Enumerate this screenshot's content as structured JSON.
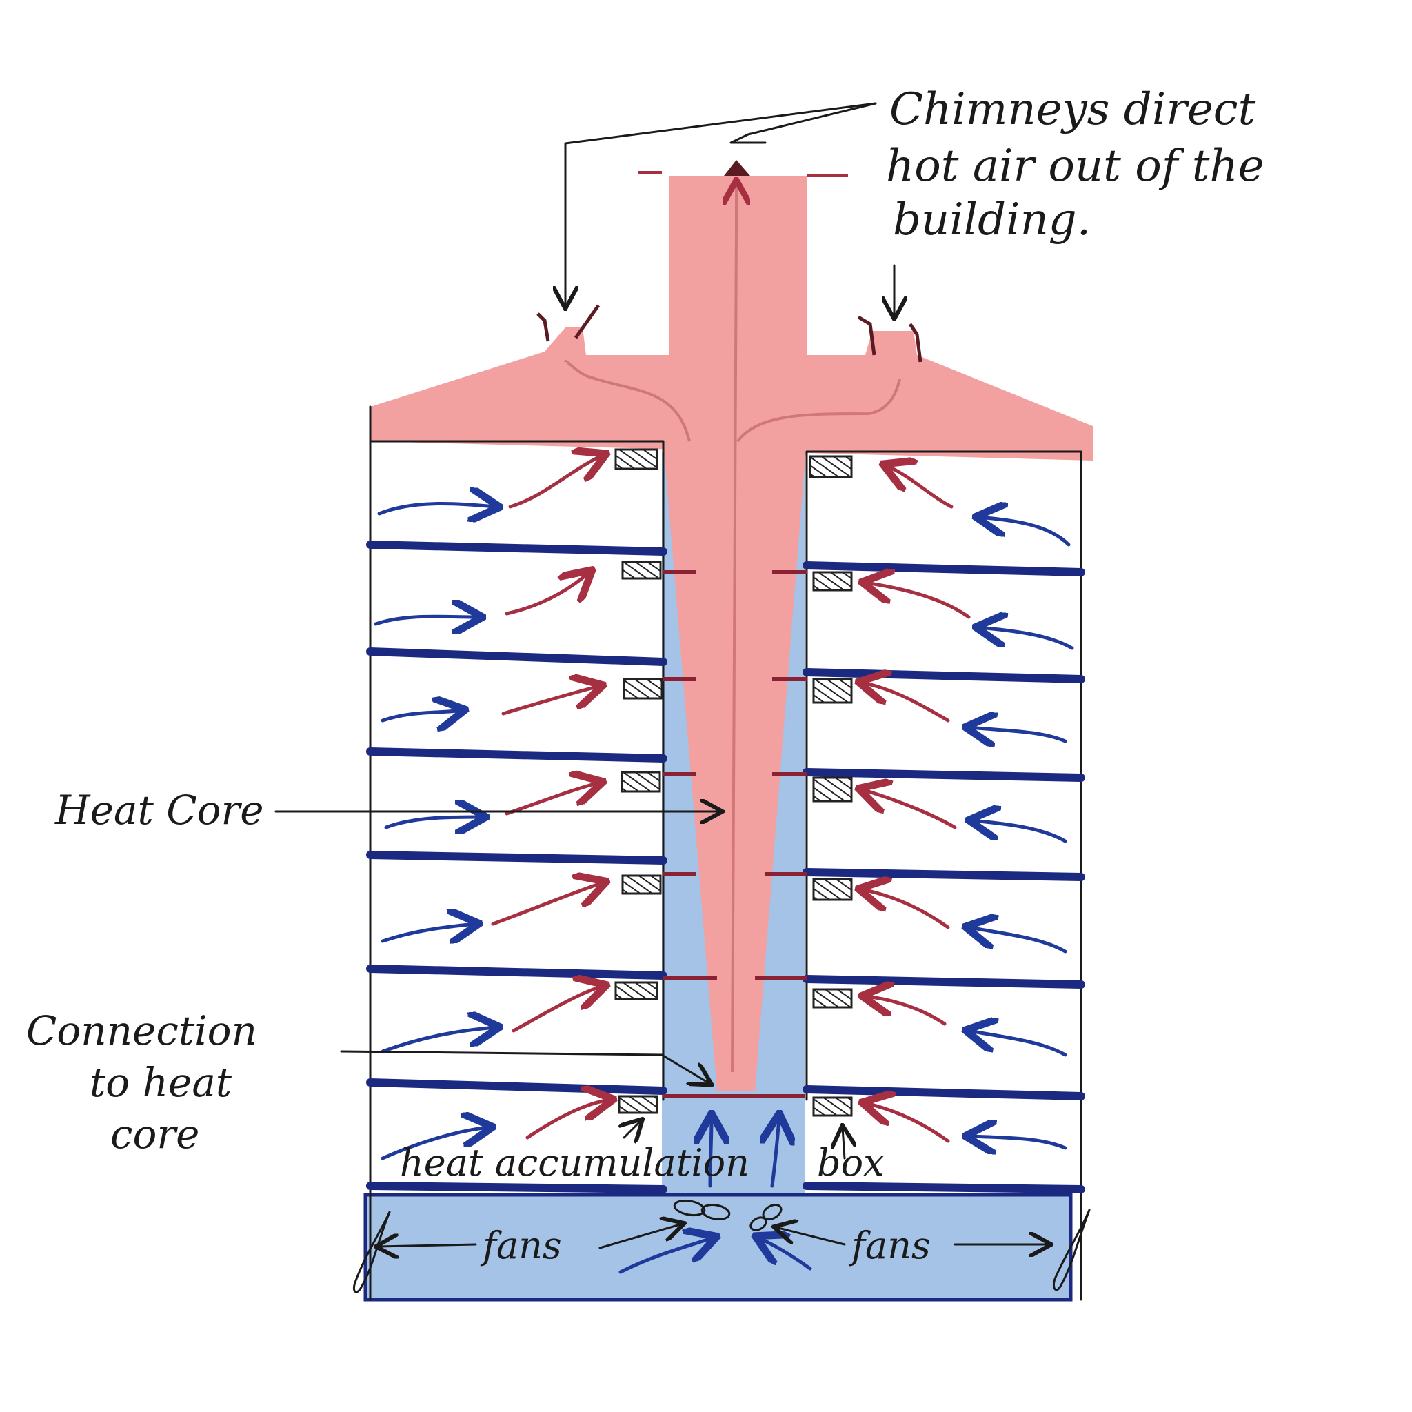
{
  "labels": {
    "chimneys_line1": "Chimneys direct",
    "chimneys_line2": "hot air out of the",
    "chimneys_line3": "building.",
    "heat_core": "Heat Core",
    "connection_line1": "Connection",
    "connection_line2": "to heat",
    "connection_line3": "core",
    "heat_accumulation": "heat accumulation",
    "box": "box",
    "fans_left": "fans",
    "fans_right": "fans"
  },
  "colors": {
    "hot_air": "#f2a0a0",
    "cool_air": "#a5c3e6",
    "floor_ink": "#1b2a80",
    "outline_ink": "#1a1a1a",
    "cool_arrow": "#1f3a9a",
    "hot_arrow": "#a63042"
  },
  "floors_per_side": 7
}
